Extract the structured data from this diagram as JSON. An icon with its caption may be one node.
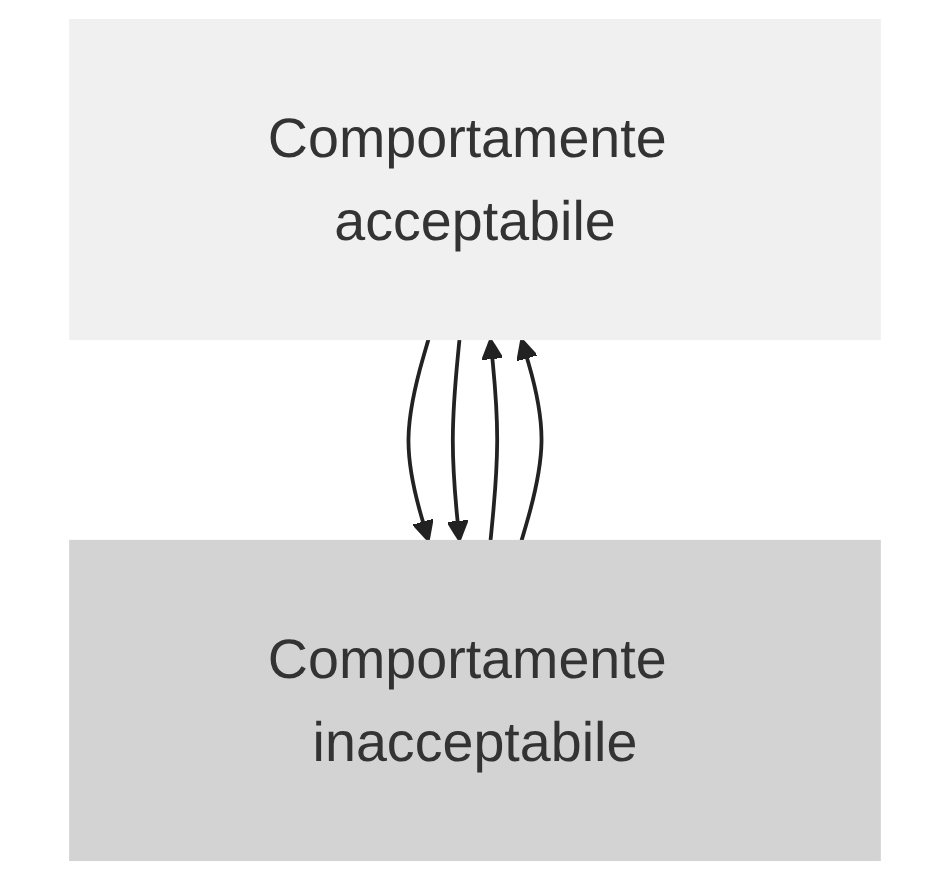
{
  "diagram": {
    "nodes": [
      {
        "text": [
          "Comportamente acceptabile"
        ]
      },
      {
        "text": [
          "Comportamente inacceptabile"
        ]
      }
    ],
    "edges": [
      {
        "from": 0,
        "to": 1,
        "arrow": "to"
      },
      {
        "from": 1,
        "to": 0,
        "arrow": "to"
      },
      {
        "from": 1,
        "to": 0,
        "arrow": "to"
      },
      {
        "from": 0,
        "to": 1,
        "arrow": "to"
      }
    ]
  }
}
